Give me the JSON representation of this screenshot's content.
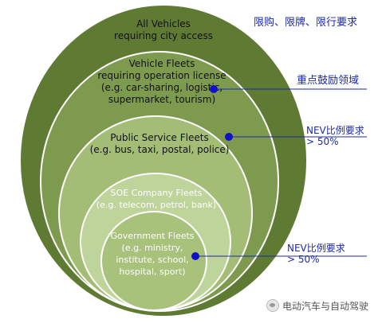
{
  "colors": {
    "ring1": "#5f7a32",
    "ring2": "#7e9a4f",
    "ring3": "#a3bd76",
    "ring4": "#bfd49a",
    "ring5": "#a8c27b",
    "ring_stroke": "#ffffff",
    "connector": "#1c2aa8",
    "dot": "#1010c8",
    "label_text": "#1c2aa8"
  },
  "circles": [
    {
      "id": "all-vehicles",
      "lines": [
        "All Vehicles",
        "requiring city access"
      ],
      "text_color": "#111111"
    },
    {
      "id": "vehicle-fleets",
      "lines": [
        "Vehicle Fleets",
        "requiring operation license",
        "(e.g. car-sharing, logistic,",
        "supermarket, tourism)"
      ],
      "text_color": "#111111"
    },
    {
      "id": "public-service-fleets",
      "lines": [
        "Public Service Fleets",
        "(e.g. bus, taxi, postal, police)"
      ],
      "text_color": "#111111"
    },
    {
      "id": "soe-company-fleets",
      "lines": [
        "SOE Company Fleets",
        "(e.g. telecom, petrol, bank)"
      ],
      "text_color": "#ffffff"
    },
    {
      "id": "government-fleets",
      "lines": [
        "Government Fleets",
        "(e.g. ministry,",
        "institute, school,",
        "hospital, sport)"
      ],
      "text_color": "#ffffff"
    }
  ],
  "annotations": [
    {
      "id": "restriction-note",
      "lines": [
        "限购、限牌、限行要求"
      ]
    },
    {
      "id": "key-incentive",
      "lines": [
        "重点鼓励领域"
      ]
    },
    {
      "id": "nev-public",
      "lines": [
        "NEV比例要求",
        "> 50%"
      ]
    },
    {
      "id": "nev-government",
      "lines": [
        "NEV比例要求",
        "> 50%"
      ]
    }
  ],
  "watermark": {
    "text": "电动汽车与自动驾驶",
    "icon": "wechat-logo-icon"
  }
}
